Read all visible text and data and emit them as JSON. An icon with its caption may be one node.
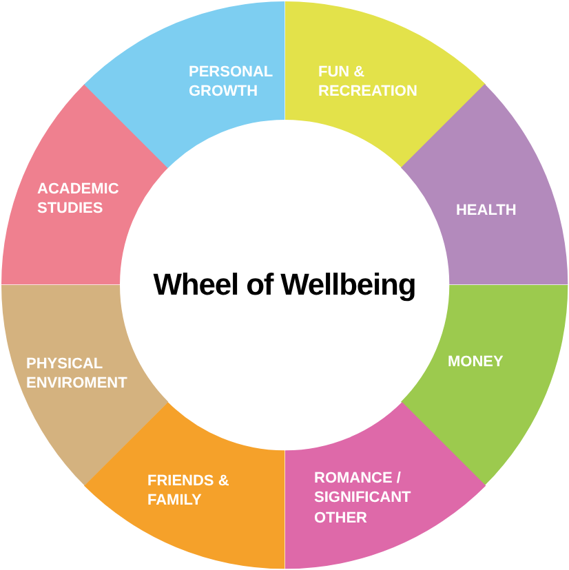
{
  "diagram": {
    "nodes": [
      {
        "text": [
          "Wheel of Wellbeing"
        ]
      },
      {
        "text": [
          "FUN & RECREATION"
        ]
      },
      {
        "text": [
          "HEALTH"
        ]
      },
      {
        "text": [
          "MONEY"
        ]
      },
      {
        "text": [
          "ROMANCE / SIGNIFICANT OTHER"
        ]
      },
      {
        "text": [
          "FRIENDS & FAMILY"
        ]
      },
      {
        "text": [
          "PHYSICAL ENVIROMENT"
        ]
      },
      {
        "text": [
          "ACADEMIC STUDIES"
        ]
      },
      {
        "text": [
          "PERSONAL GROWTH"
        ]
      }
    ]
  }
}
